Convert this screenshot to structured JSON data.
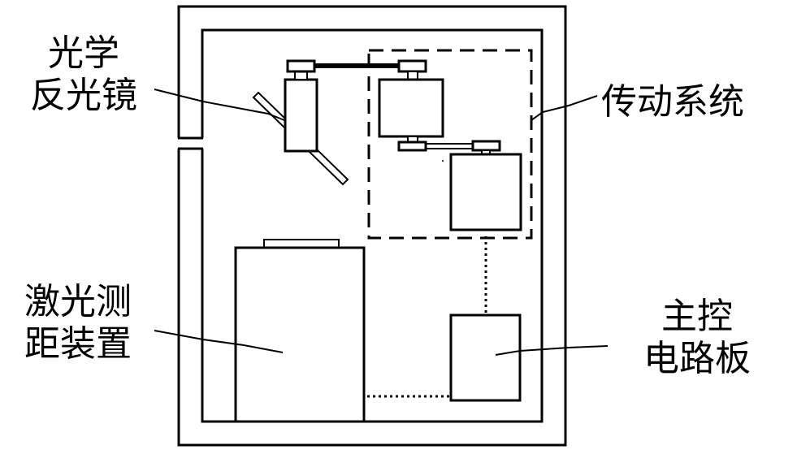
{
  "colors": {
    "stroke": "#000000",
    "background": "#ffffff"
  },
  "labels": {
    "optical_mirror": {
      "line1": "光学",
      "line2": "反光镜"
    },
    "transmission_system": {
      "line1": "传动系统"
    },
    "laser_rangefinder": {
      "line1": "激光测",
      "line2": "距装置"
    },
    "main_control_board": {
      "line1": "主控",
      "line2": "电路板"
    }
  }
}
